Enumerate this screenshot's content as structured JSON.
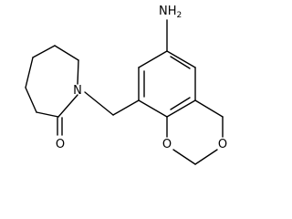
{
  "molecule": {
    "atoms": {
      "amine_n": "NH",
      "amine_subscript": "2",
      "ring_n": "N",
      "carbonyl_o": "O",
      "ether_o1": "O",
      "ether_o2": "O"
    },
    "colors": {
      "bond": "#000000",
      "label": "#000000",
      "background": "#ffffff"
    }
  }
}
